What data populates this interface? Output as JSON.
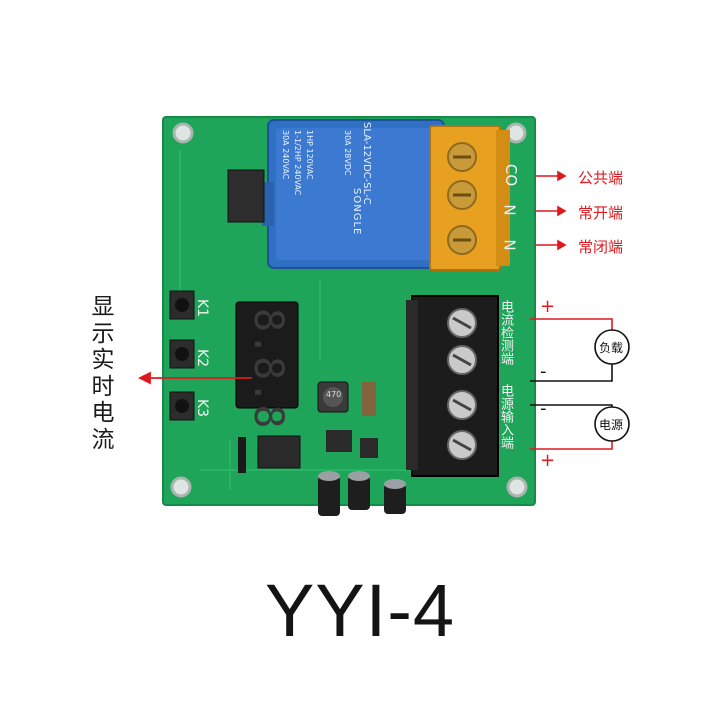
{
  "title": "YYI-4",
  "side_label": "显示实时电流",
  "relay": {
    "brand": "SONGLE",
    "model": "SLA-12VDC-SL-C",
    "ratings": [
      "1HP 120VAC",
      "1-1/2HP 240VAC",
      "30A 240VAC",
      "30A 28VDC"
    ]
  },
  "terminal_letters": [
    "CO",
    "N",
    "N"
  ],
  "relay_terminals": [
    "公共端",
    "常开端",
    "常闭端"
  ],
  "buttons": [
    "K1",
    "K2",
    "K3"
  ],
  "display_digits": "8.8.8",
  "inductor_marking": "470",
  "board_side_text": [
    "电流检测端",
    "电源输入端"
  ],
  "load_label": "负载",
  "power_label": "电源",
  "signs": {
    "plus": "+",
    "minus": "-"
  },
  "colors": {
    "pcb": "#1ea55a",
    "pcb_dark": "#178a4a",
    "relay_blue": "#2f6fc4",
    "terminal_orange": "#e8a020",
    "terminal_black": "#1c1c1c",
    "annotation_red": "#e0191e"
  }
}
